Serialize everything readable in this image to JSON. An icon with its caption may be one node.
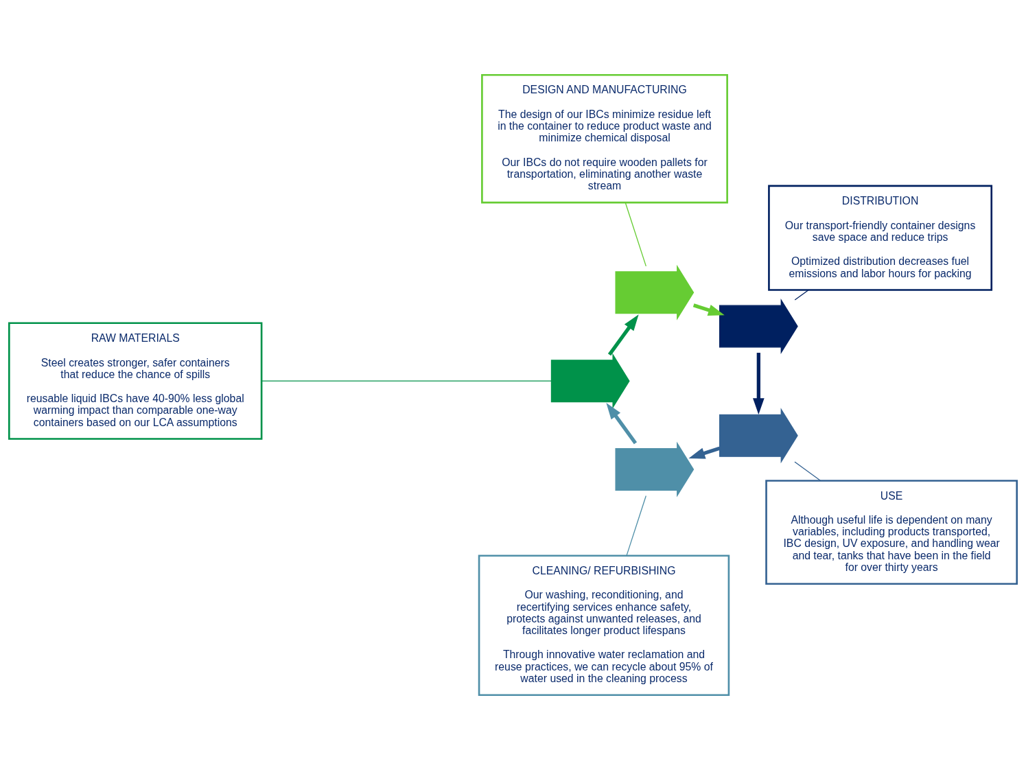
{
  "diagram": {
    "nodes": [
      {
        "text": [
          "RAW MATERIALS",
          "Steel creates stronger, safer containers that reduce the chance of spills",
          "reusable liquid IBCs have 40-90% less global warming impact than comparable one-way containers based on our LCA assumptions"
        ]
      },
      {
        "text": [
          "DESIGN AND MANUFACTURING",
          "The design of our IBCs minimize residue left in the container to reduce product waste and minimize chemical disposal",
          "Our IBCs do not require wooden pallets for transportation, eliminating another waste stream"
        ]
      },
      {
        "text": [
          "CLEANING/ REFURBISHING",
          "Our washing, reconditioning, and recertifying services enhance safety, protects against unwanted releases, and facilitates longer product lifespans",
          "Through innovative water reclamation and reuse practices, we can recycle about 95% of water used in the cleaning process"
        ]
      },
      {
        "text": [
          "DISTRIBUTION",
          "Our transport-friendly container designs save space and reduce trips",
          "Optimized distribution decreases fuel emissions and labor hours for packing"
        ]
      },
      {
        "text": [
          "USE",
          "Although useful life is dependent on many variables, including products transported, IBC design, UV exposure, and handling wear and tear, tanks that have been in the field for over thirty years"
        ]
      },
      {
        "text": [],
        "shape": "arrow"
      },
      {
        "text": [],
        "shape": "arrow"
      },
      {
        "text": [],
        "shape": "arrow"
      },
      {
        "text": [],
        "shape": "arrow"
      },
      {
        "text": [],
        "shape": "arrow"
      }
    ],
    "edges": [
      {
        "from": 0,
        "to": 5,
        "arrow": "none",
        "color": "#00924a"
      },
      {
        "from": 1,
        "to": 6,
        "arrow": "none",
        "color": "#66cc33"
      },
      {
        "from": 3,
        "to": 7,
        "arrow": "none",
        "color": "#002060"
      },
      {
        "from": 4,
        "to": 8,
        "arrow": "none",
        "color": "#346292"
      },
      {
        "from": 2,
        "to": 9,
        "arrow": "none",
        "color": "#4f8fa8"
      },
      {
        "from": 5,
        "to": 6,
        "arrow": "to",
        "style": "thick",
        "color": "#00924a"
      },
      {
        "from": 6,
        "to": 7,
        "arrow": "to",
        "style": "thick",
        "color": "#66cc33"
      },
      {
        "from": 7,
        "to": 8,
        "arrow": "to",
        "style": "thick",
        "color": "#002060"
      },
      {
        "from": 8,
        "to": 9,
        "arrow": "to",
        "style": "thick",
        "color": "#346292"
      },
      {
        "from": 9,
        "to": 5,
        "arrow": "to",
        "style": "thick",
        "color": "#4f8fa8"
      }
    ]
  }
}
